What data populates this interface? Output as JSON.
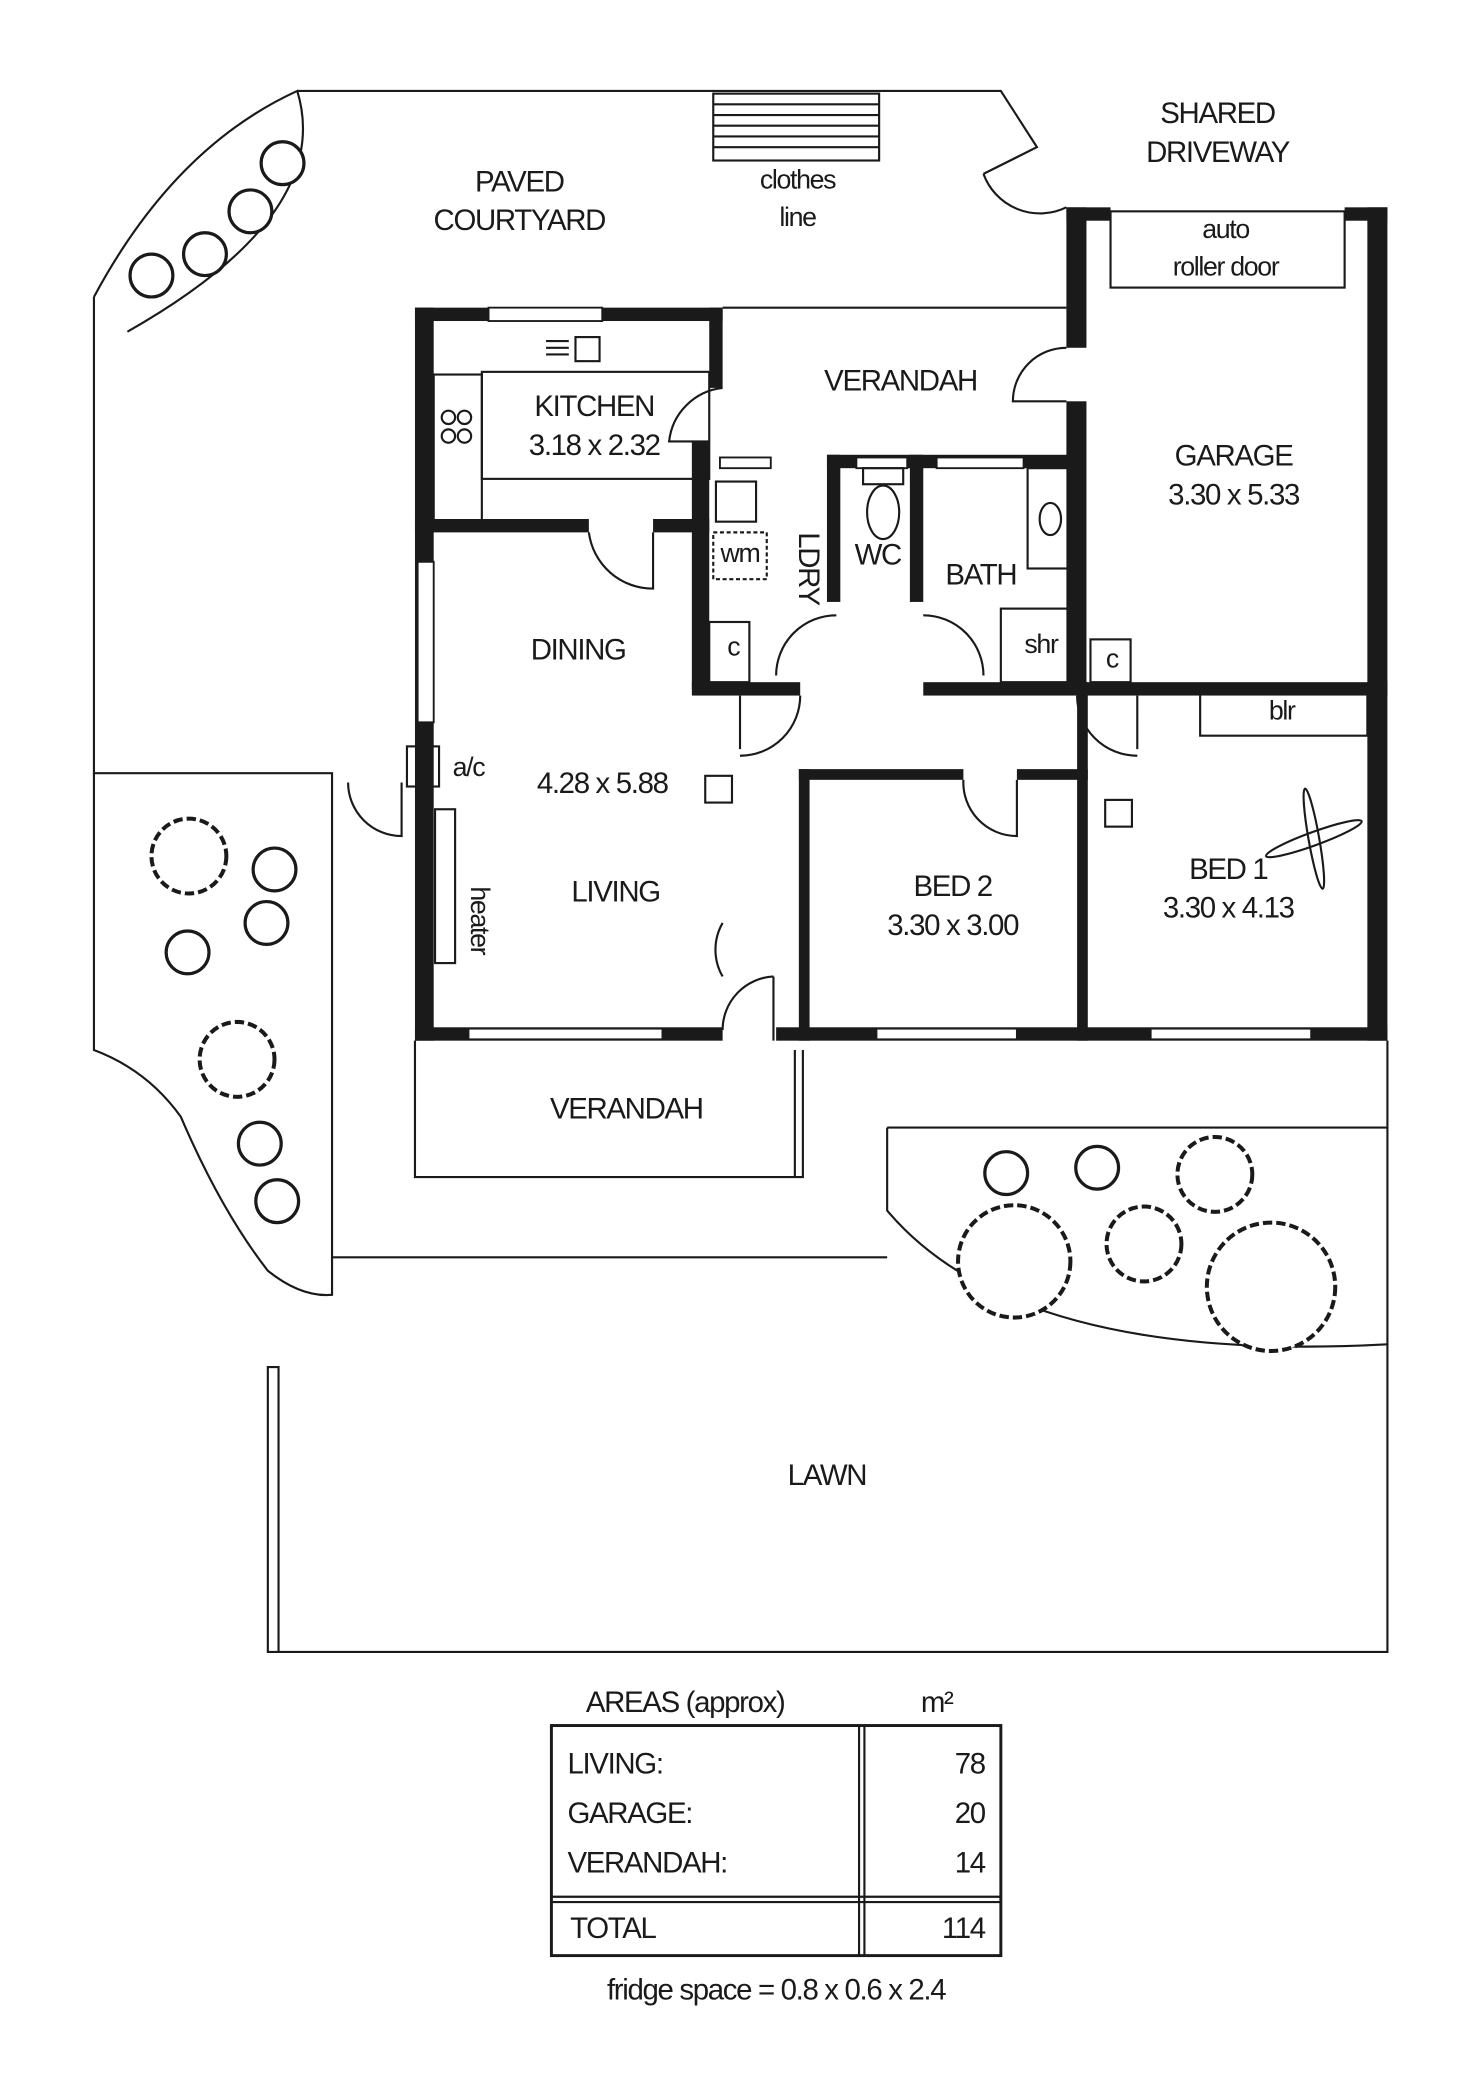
{
  "site": {
    "paved_courtyard": [
      "PAVED",
      "COURTYARD"
    ],
    "clothes_line": [
      "clothes",
      "line"
    ],
    "shared_driveway": [
      "SHARED",
      "DRIVEWAY"
    ],
    "lawn": "LAWN"
  },
  "rooms": {
    "auto_roller_door": [
      "auto",
      "roller door"
    ],
    "kitchen": {
      "name": "KITCHEN",
      "size": "3.18 x 2.32"
    },
    "verandah_top": "VERANDAH",
    "garage": {
      "name": "GARAGE",
      "size": "3.30 x 5.33"
    },
    "laundry": "LDRY",
    "wm": "wm",
    "wc": "WC",
    "bath": "BATH",
    "shr": "shr",
    "cupboard": "c",
    "dining": "DINING",
    "ac": "a/c",
    "living_size": "4.28 x 5.88",
    "living": "LIVING",
    "heater": "heater",
    "blr": "blr",
    "bed2": {
      "name": "BED 2",
      "size": "3.30 x 3.00"
    },
    "bed1": {
      "name": "BED 1",
      "size": "3.30 x 4.13"
    },
    "verandah_bottom": "VERANDAH"
  },
  "areas": {
    "title": "AREAS (approx)",
    "unit": "m²",
    "rows": [
      {
        "label": "LIVING:",
        "value": "78"
      },
      {
        "label": "GARAGE:",
        "value": "20"
      },
      {
        "label": "VERANDAH:",
        "value": "14"
      }
    ],
    "total": {
      "label": "TOTAL",
      "value": "114"
    },
    "note": "fridge space = 0.8 x 0.6 x 2.4"
  }
}
